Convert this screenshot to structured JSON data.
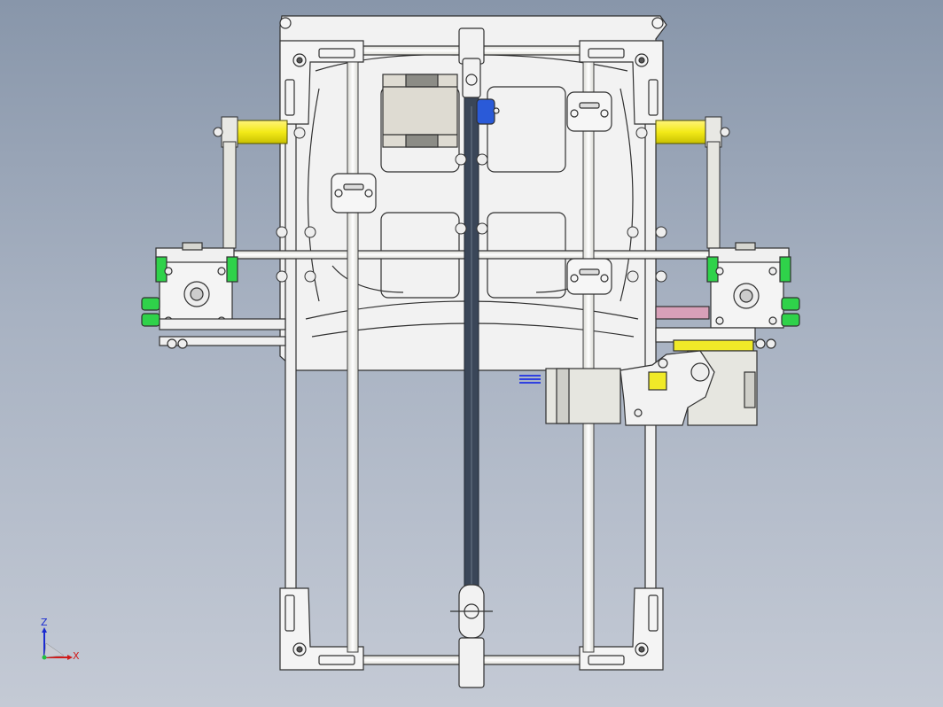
{
  "window": {
    "type": "cad-3d-viewport",
    "background": [
      "#8896aa",
      "#c4cad5"
    ]
  },
  "model": {
    "name": "",
    "part_colors": {
      "frame": "#ececec",
      "outline": "#303030",
      "rod": "#f2f2ee",
      "rod_yellow": "#f0ea28",
      "belt": "#3a4658",
      "motor": "#cfcfc9",
      "idler_blue": "#2a5ad8",
      "clip_green": "#2fd24a",
      "gear_pink": "#d8a0b8",
      "spring_blue": "#3040e0"
    }
  },
  "triad": {
    "z_label": "Z",
    "x_label": "X",
    "z_color": "#1a2ad0",
    "x_color": "#d01a1a"
  }
}
